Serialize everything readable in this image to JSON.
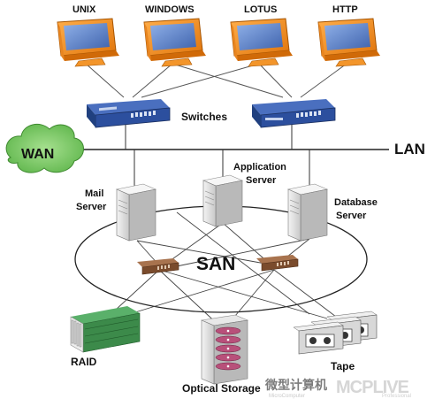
{
  "clients": [
    {
      "label": "UNIX"
    },
    {
      "label": "WINDOWS"
    },
    {
      "label": "LOTUS"
    },
    {
      "label": "HTTP"
    }
  ],
  "switches_label": "Switches",
  "wan_label": "WAN",
  "lan_label": "LAN",
  "servers": {
    "mail": [
      "Mail",
      "Server"
    ],
    "application": [
      "Application",
      "Server"
    ],
    "database": [
      "Database",
      "Server"
    ]
  },
  "san_label": "SAN",
  "storage": {
    "raid": "RAID",
    "optical": "Optical Storage",
    "tape": "Tape"
  },
  "watermark": {
    "cn_text": "微型计算机",
    "sub_text": "MicroComputer",
    "logo_text": "MCPLIVE",
    "logo_sub": "Professional"
  },
  "colors": {
    "monitor_orange": "#f08a1c",
    "screen_blue": "#5b7fc4",
    "switch_blue": "#2c4f9e",
    "wan_green": "#7cc96a",
    "san_switch_brown": "#8a5a3a",
    "raid_green": "#3c8a4a",
    "disc_pink": "#b8507a"
  }
}
